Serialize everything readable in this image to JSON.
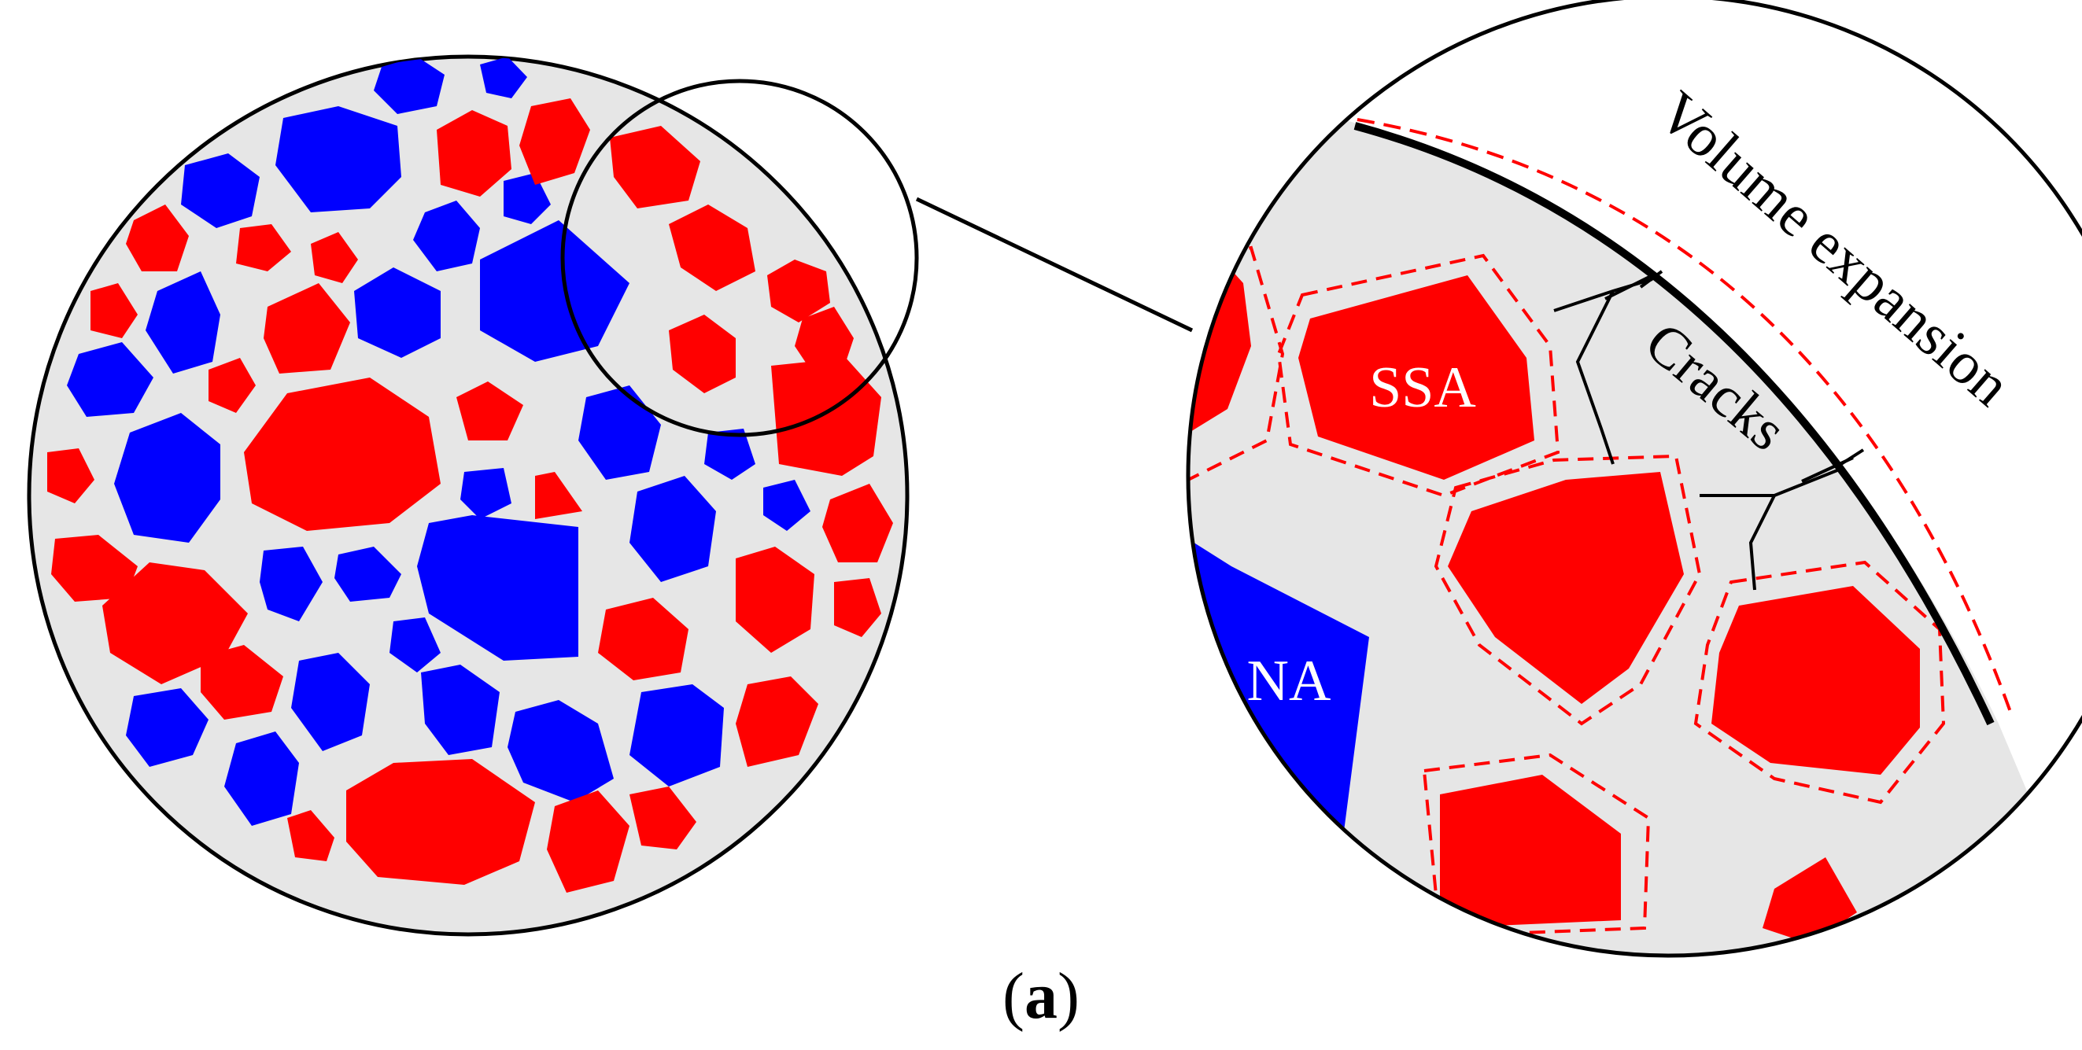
{
  "colors": {
    "background": "#e6e6e6",
    "ssa": "#ff0000",
    "na": "#0000ff",
    "outline": "#000000",
    "dashed_shell": "#ff0000"
  },
  "labels": {
    "ssa": "SSA",
    "na": "NA",
    "cracks": "Cracks",
    "volume_expansion": "Volume expansion"
  },
  "caption": {
    "open": "(",
    "letter": "a",
    "close": ")"
  }
}
